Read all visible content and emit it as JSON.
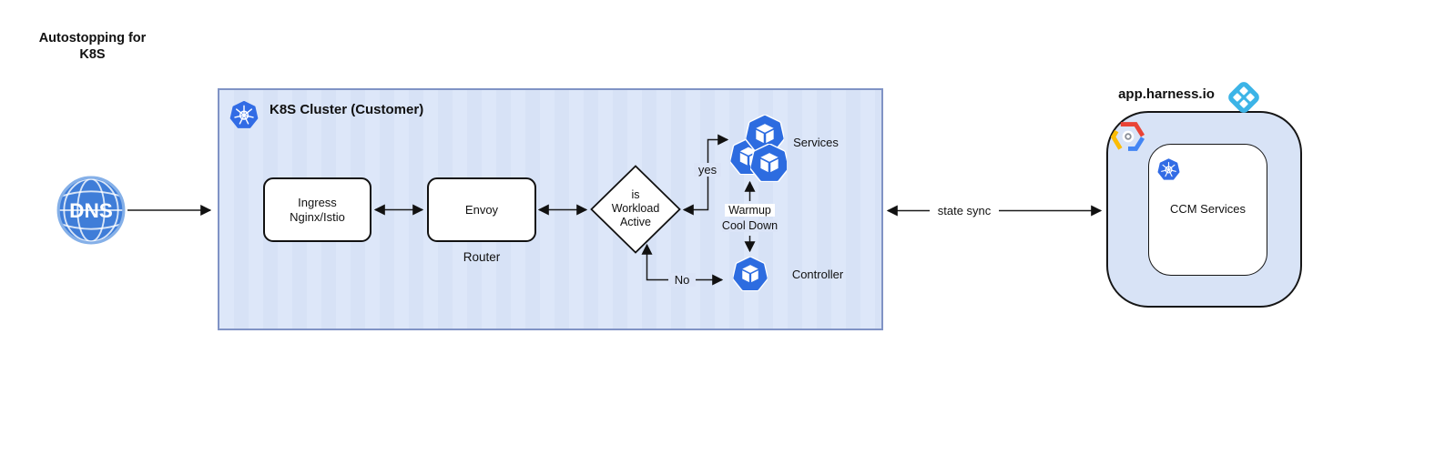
{
  "page": {
    "title": "Autostopping for\nK8S"
  },
  "dns": {
    "label": "DNS"
  },
  "cluster": {
    "title": "K8S Cluster (Customer)",
    "ingress_label": "Ingress\nNginx/Istio",
    "envoy_label": "Envoy",
    "router_label": "Router",
    "decision_label": "is\nWorkload\nActive",
    "services_label": "Services",
    "controller_label": "Controller",
    "yes_label": "yes",
    "no_label": "No",
    "warmup_label": "Warmup",
    "cooldown_label": "Cool Down"
  },
  "sync": {
    "label": "state sync"
  },
  "harness": {
    "title": "app.harness.io",
    "ccm_label": "CCM Services"
  },
  "icons": {
    "dns": "dns-globe-icon",
    "kubernetes": "kubernetes-helm-icon",
    "services": "services-pods-icon",
    "controller": "controller-pod-icon",
    "gcp": "google-cloud-icon",
    "harness": "harness-logo-icon"
  },
  "colors": {
    "cluster_fill": "#dbe4f7",
    "cluster_border": "#8093c5",
    "harness_fill": "#d8e3f6",
    "k8s_blue": "#326ce5",
    "pod_blue": "#2d6ce0",
    "dns_blue": "#3f7dd8",
    "harness_logo_blue": "#3cb4e7",
    "line_black": "#1a1a1a"
  }
}
